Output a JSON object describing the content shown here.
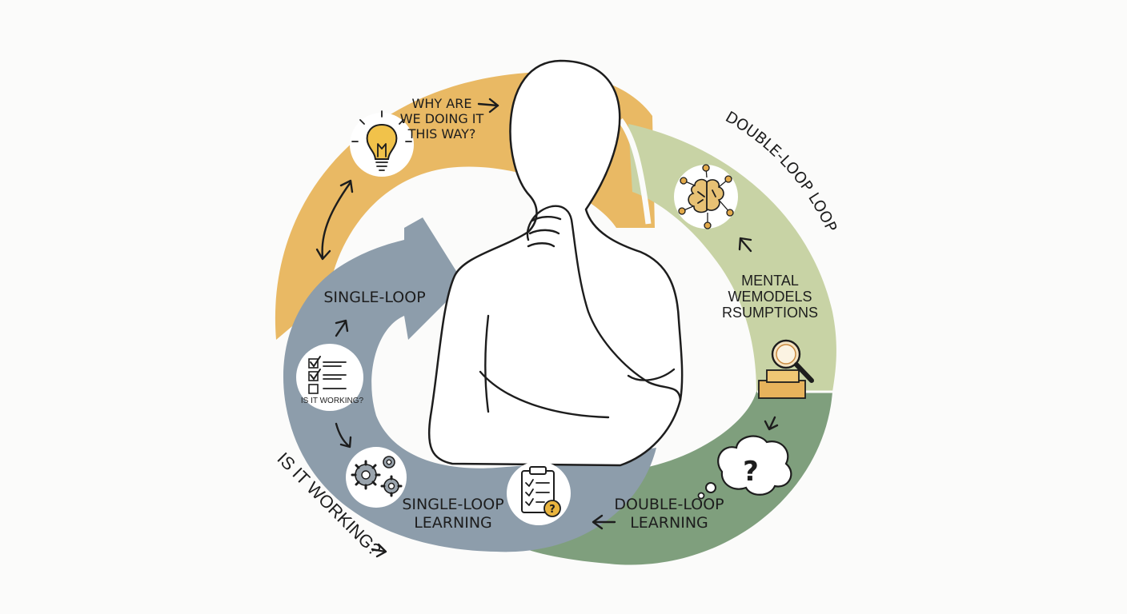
{
  "colors": {
    "background": "#fbfbfa",
    "single_loop": "#8d9dab",
    "reflection": "#e9b964",
    "double_loop_light": "#c8d3a5",
    "double_loop_dark": "#7f9f7d",
    "ink": "#1d1d1d"
  },
  "labels": {
    "question_line1": "WHY ARE",
    "question_line2": "WE DOING IT",
    "question_line3": "THIS WAY?",
    "double_loop_arc": "DOUBLE-LOOP LOOP",
    "mental_line1": "MENTAL",
    "mental_line2": "WEMODELS",
    "mental_line3": "RSUMPTIONS",
    "single_loop": "SINGLE-LOOP",
    "checklist_caption": "IS IT WORKING?",
    "is_it_working": "IS IT WORKING?",
    "single_learning_line1": "SINGLE-LOOP",
    "single_learning_line2": "LEARNING",
    "double_learning_line1": "DOUBLE-LOOP",
    "double_learning_line2": "LEARNING"
  },
  "icons": {
    "lightbulb": "lightbulb-icon",
    "brain_network": "brain-network-icon",
    "magnifier": "magnifying-glass-icon",
    "question_cloud": "question-thought-bubble-icon",
    "checklist": "checklist-icon",
    "gears": "gears-icon",
    "clipboard": "clipboard-question-icon"
  }
}
